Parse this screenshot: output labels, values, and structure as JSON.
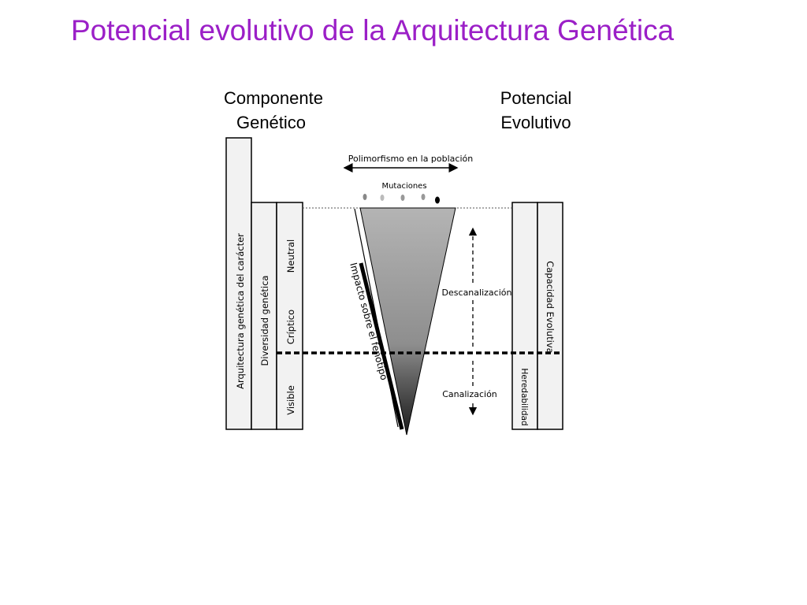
{
  "title": "Potencial evolutivo de la Arquitectura Genética",
  "colors": {
    "title": "#9b1fc7",
    "box_fill": "#f2f2f2",
    "line": "#000000",
    "cone_top": "#b0b0b0",
    "cone_bottom": "#1a1a1a"
  },
  "headers": {
    "left_line1": "Componente",
    "left_line2": "Genético",
    "right_line1": "Potencial",
    "right_line2": "Evolutivo"
  },
  "labels": {
    "polymorphism": "Polimorfismo en la población",
    "mutations": "Mutaciones",
    "architecture": "Arquitectura  genética del carácter",
    "diversity": "Diversidad genética",
    "neutral": "Neutral",
    "cryptic": "Críptico",
    "visible": "Visible",
    "impact": "Impacto sobre el fenotipo",
    "decanalization": "Descanalización",
    "canalization": "Canalización",
    "evolutive_capacity": "Capacidad Evolutiva",
    "heritability": "Heredabilidad"
  }
}
